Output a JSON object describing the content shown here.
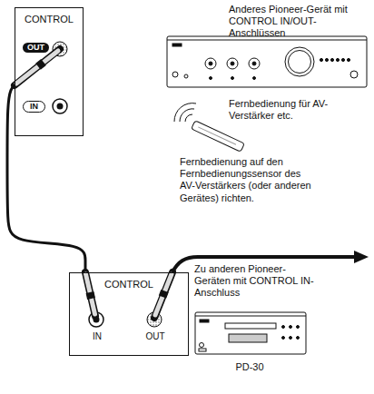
{
  "diagram": {
    "nodes": [
      {
        "text": [
          "CONTROL",
          "OUT",
          "IN"
        ]
      },
      {
        "text": [
          "CONTROL",
          "IN",
          "OUT"
        ]
      }
    ],
    "edges": [
      {
        "from": 0,
        "to": 1,
        "arrow": "none"
      }
    ],
    "labels": [
      "Anderes Pioneer-Gerät mit CONTROL IN/OUT-Anschlüssen",
      "Fernbedienung für AV-Verstärker etc.",
      "Fernbedienung auf den Fernbedienungssensor des AV-Verstärkers (oder anderen Gerätes) richten.",
      "Zu anderen Pioneer-Geräten mit CONTROL IN-Anschluss",
      "PD-30"
    ]
  }
}
